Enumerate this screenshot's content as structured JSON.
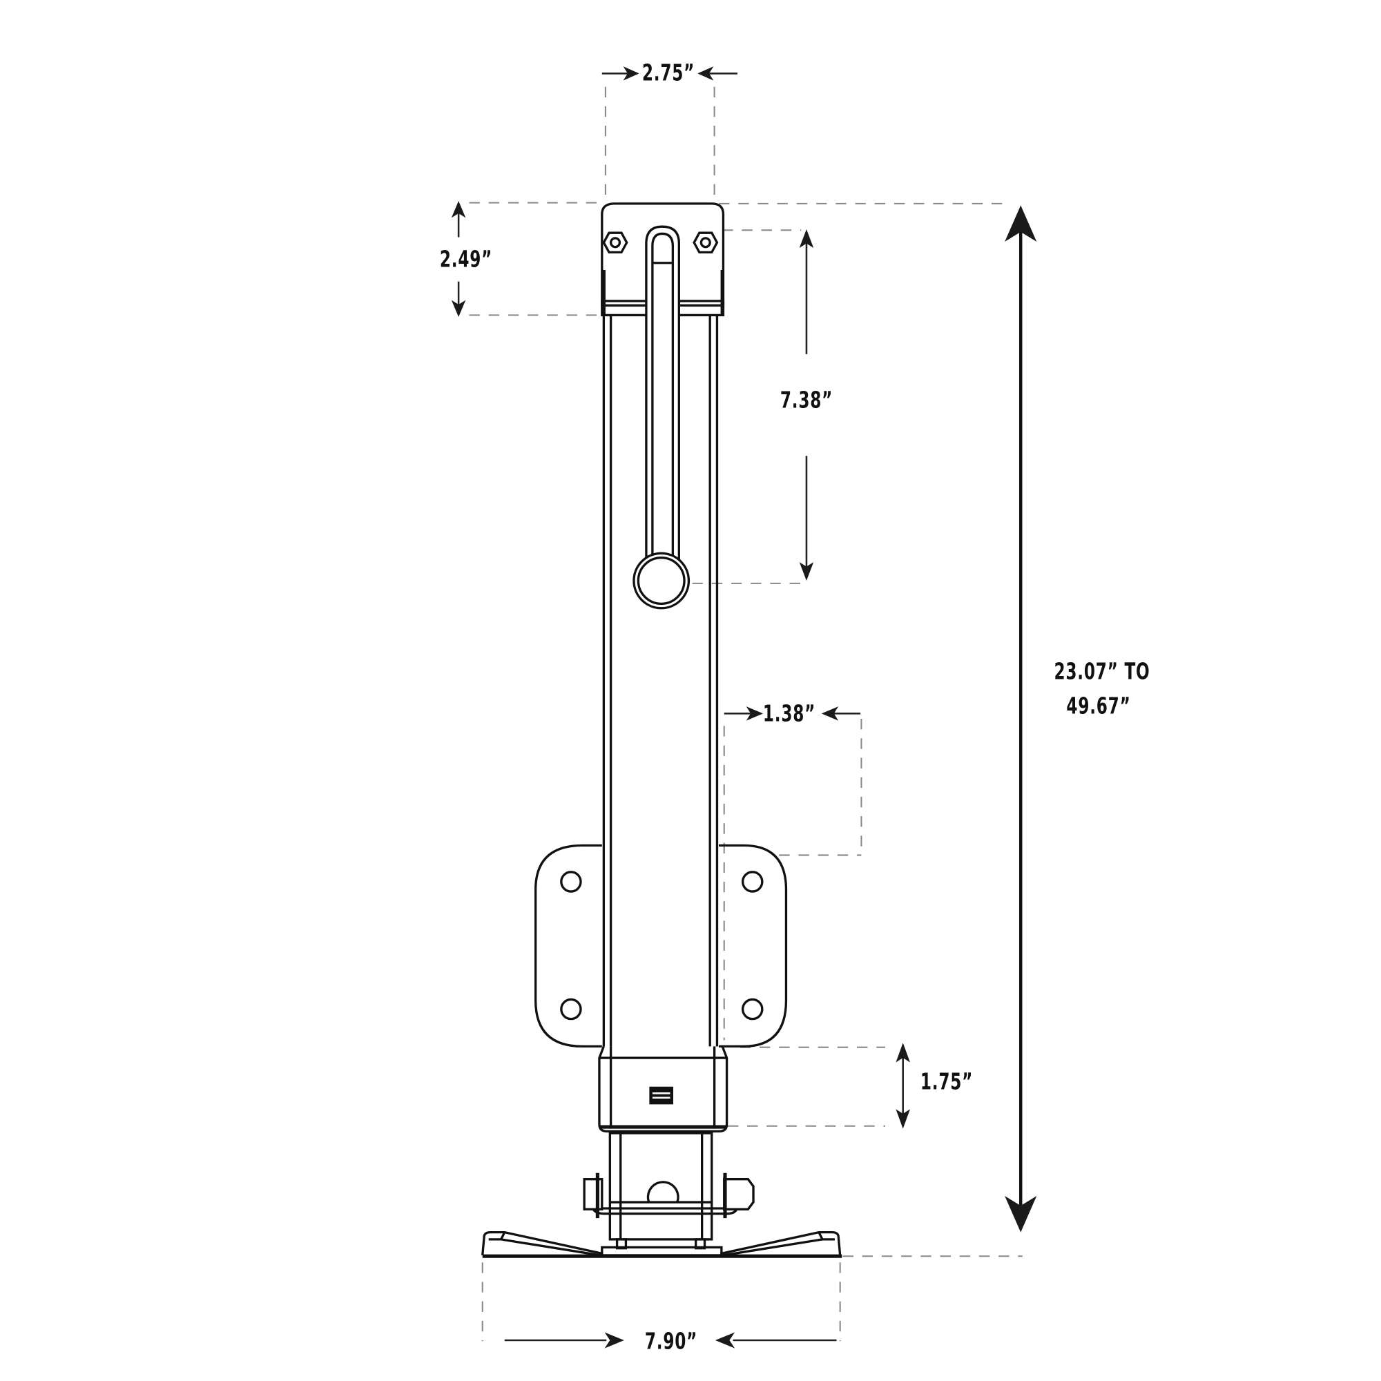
{
  "drawing": {
    "subject": "Trailer tongue jack — side elevation with dimensions",
    "colors": {
      "line": "#111111",
      "dimension_line": "#222222",
      "extension_dash": "#888888",
      "background": "#ffffff"
    },
    "dimensions": {
      "top_width": "2.75”",
      "top_bracket_height": "2.49”",
      "handle_length": "7.38”",
      "side_offset": "1.38”",
      "collar_height": "1.75”",
      "overall_height_min": "23.07” TO",
      "overall_height_max": "49.67”",
      "foot_width": "7.90”"
    },
    "components": [
      "top-bracket",
      "hex-bolt-left",
      "hex-bolt-right",
      "crank-handle",
      "handle-knob",
      "outer-tube",
      "mounting-plate",
      "mounting-hole",
      "collar",
      "label-plate",
      "inner-tube",
      "pin",
      "foot-plate"
    ]
  }
}
